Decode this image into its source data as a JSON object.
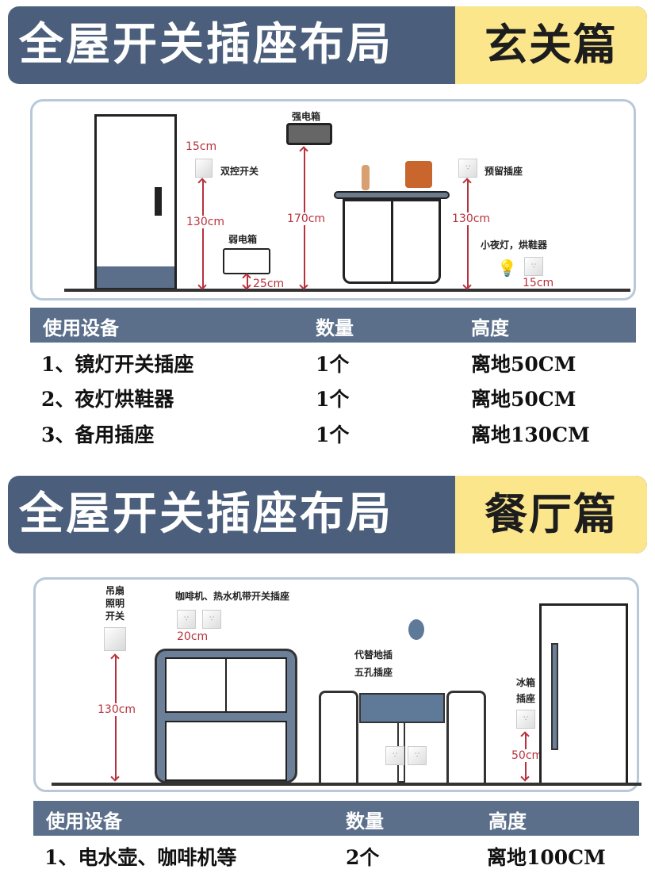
{
  "section1": {
    "title": "全屋开关插座布局",
    "subtitle": "玄关篇",
    "diagram": {
      "strong_box": "强电箱",
      "weak_box": "弱电箱",
      "double_switch": "双控开关",
      "reserved_socket": "预留插座",
      "night_light": "小夜灯，烘鞋器",
      "dims": {
        "switch_offset": "15cm",
        "switch_height": "130cm",
        "strong_height": "170cm",
        "weak_height": "25cm",
        "reserved_height": "130cm",
        "night_height": "15cm"
      }
    },
    "table": {
      "headers": [
        "使用设备",
        "数量",
        "高度"
      ],
      "rows": [
        [
          "1、镜灯开关插座",
          "1个",
          "离地50CM"
        ],
        [
          "2、夜灯烘鞋器",
          "1个",
          "离地50CM"
        ],
        [
          "3、备用插座",
          "1个",
          "离地130CM"
        ]
      ]
    }
  },
  "section2": {
    "title": "全屋开关插座布局",
    "subtitle": "餐厅篇",
    "diagram": {
      "fan_switch": "吊扇\n照明\n开关",
      "coffee_socket": "咖啡机、热水机带开关插座",
      "floor_socket": "代替地插\n五孔插座",
      "fridge_socket": "冰箱\n插座",
      "dims": {
        "fan_height": "130cm",
        "coffee_offset": "20cm",
        "fridge_height": "50cm"
      }
    },
    "table": {
      "headers": [
        "使用设备",
        "数量",
        "高度"
      ],
      "rows": [
        [
          "1、电水壶、咖啡机等",
          "2个",
          "离地100CM"
        ]
      ]
    }
  }
}
